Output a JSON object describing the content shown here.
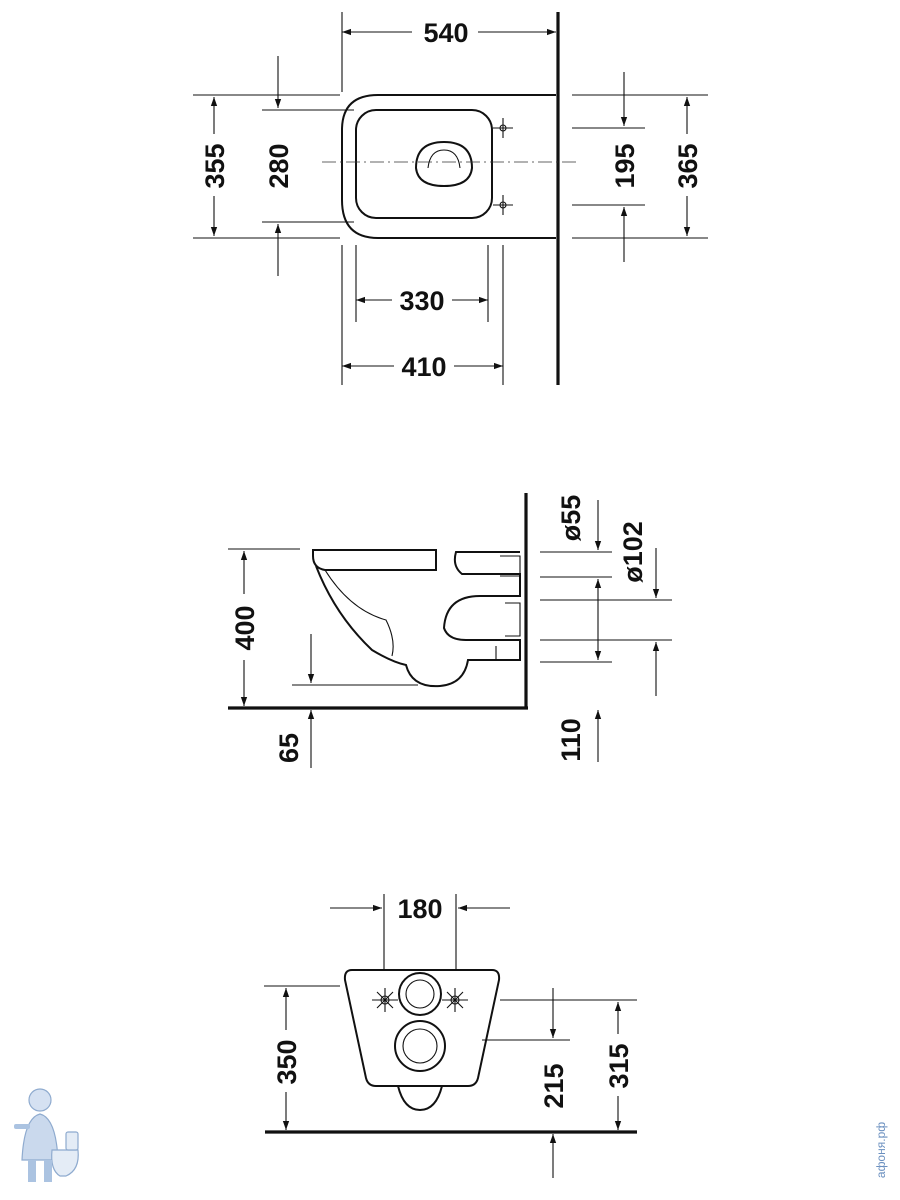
{
  "top_view": {
    "width_overall": "540",
    "width_seat": "330",
    "width_mount": "410",
    "height_outer": "355",
    "height_inner": "280",
    "bolt_spacing": "195",
    "height_wall": "365"
  },
  "side_view": {
    "pipe_small": "ø55",
    "pipe_large": "ø102",
    "height_rim": "400",
    "floor_offset": "65",
    "outlet_height": "110"
  },
  "back_view": {
    "hole_spacing": "180",
    "height_total": "350",
    "height_outlet": "215",
    "height_bolts": "315"
  },
  "watermark": {
    "text": "афоня.рф",
    "accent": "#6a8fbf"
  }
}
